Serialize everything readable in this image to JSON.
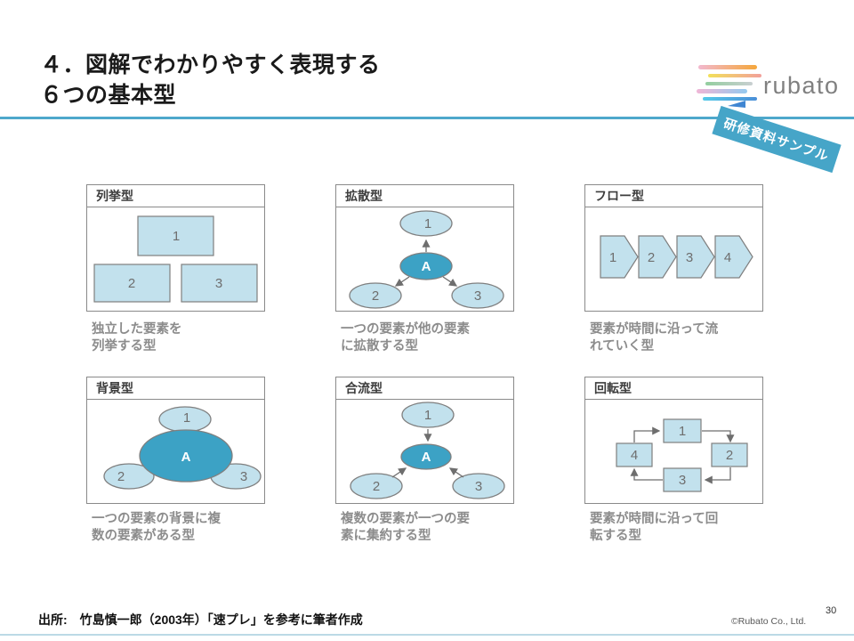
{
  "slide": {
    "title_line1": "４．図解でわかりやすく表現する",
    "title_line2": "６つの基本型",
    "source": "出所:　竹島慎一郎（2003年）「速プレ」を参考に筆者作成",
    "copyright": "©Rubato Co., Ltd.",
    "page_number": "30"
  },
  "logo": {
    "wordmark": "rubato"
  },
  "banner": {
    "label": "研修資料サンプル"
  },
  "colors": {
    "accent_line": "#4ea8cb",
    "banner_bg": "#46a5c8",
    "shape_light": "#c2e1ed",
    "shape_dark": "#3ca2c5",
    "shape_stroke": "#7f7f7f",
    "caption_text": "#8c8c8c"
  },
  "panels": [
    {
      "title": "列挙型",
      "caption_line1": "独立した要素を",
      "caption_line2": "列挙する型",
      "labels": {
        "n1": "1",
        "n2": "2",
        "n3": "3"
      }
    },
    {
      "title": "拡散型",
      "caption_line1": "一つの要素が他の要素",
      "caption_line2": "に拡散する型",
      "labels": {
        "a": "A",
        "n1": "1",
        "n2": "2",
        "n3": "3"
      }
    },
    {
      "title": "フロー型",
      "caption_line1": "要素が時間に沿って流",
      "caption_line2": "れていく型",
      "labels": {
        "n1": "1",
        "n2": "2",
        "n3": "3",
        "n4": "4"
      }
    },
    {
      "title": "背景型",
      "caption_line1": "一つの要素の背景に複",
      "caption_line2": "数の要素がある型",
      "labels": {
        "a": "A",
        "n1": "1",
        "n2": "2",
        "n3": "3"
      }
    },
    {
      "title": "合流型",
      "caption_line1": "複数の要素が一つの要",
      "caption_line2": "素に集約する型",
      "labels": {
        "a": "A",
        "n1": "1",
        "n2": "2",
        "n3": "3"
      }
    },
    {
      "title": "回転型",
      "caption_line1": "要素が時間に沿って回",
      "caption_line2": "転する型",
      "labels": {
        "n1": "1",
        "n2": "2",
        "n3": "3",
        "n4": "4"
      }
    }
  ]
}
